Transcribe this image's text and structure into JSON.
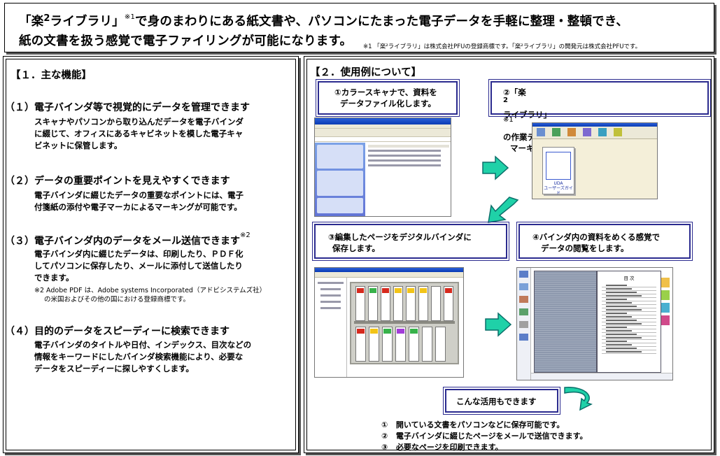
{
  "header": {
    "line1_a": "「楽",
    "line1_sup2": "2",
    "line1_b": "ライブラリ」",
    "line1_mark": "※1",
    "line1_c": "で身のまわりにある紙文書や、パソコンにたまった電子データを手軽に整理・整頓でき、",
    "line2": "紙の文書を扱う感覚で電子ファイリングが可能になります。",
    "note": "※1 「楽²ライブラリ」は株式会社PFUの登録商標です。「楽²ライブラリ」の開発元は株式会社PFUです。"
  },
  "left": {
    "title": "【１．主な機能】",
    "features": [
      {
        "heading": "（１）電子バインダ等で視覚的にデータを管理できます",
        "lines": [
          "スキャナやパソコンから取り込んだデータを電子バインダ",
          "に綴じて、オフィスにあるキャビネットを模した電子キャ",
          "ビネットに保管します。"
        ]
      },
      {
        "heading": "（２）データの重要ポイントを見えやすくできます",
        "lines": [
          "電子バインダに綴じたデータの重要なポイントには、電子",
          "付箋紙の添付や電子マーカによるマーキングが可能です。"
        ]
      },
      {
        "heading": "（３）電子バインダ内のデータをメール送信できます",
        "mark": "※2",
        "lines": [
          "電子バインダ内に綴じたデータは、印刷したり、ＰＤＦ化",
          "してパソコンに保存したり、メールに添付して送信したり",
          "できます。"
        ],
        "note": [
          "※2 Adobe PDF は、Adobe systems Incorporated（アドビシステムズ社）",
          "の米国およびその他の国における登録商標です。"
        ]
      },
      {
        "heading": "（４）目的のデータをスピーディーに検索できます",
        "lines": [
          "電子バインダのタイトルや日付、インデックス、目次などの",
          "情報をキーワードにしたバインダ検索機能により、必要な",
          "データをスピーディーに探しやすくします。"
        ]
      }
    ]
  },
  "right": {
    "title": "【２．使用例について】",
    "step1": [
      "①カラースキャナで、資料を",
      "データファイル化します。"
    ],
    "step2_a": "②「楽",
    "step2_sup": "2",
    "step2_b": "ライブラリ」",
    "step2_mark": "※1",
    "step2_c": "の作業デスクに取り込んで、",
    "step2_line2": "マーキングなどページの編集をします。",
    "step3": [
      "③編集したページをデジタルバインダに",
      "保存します。"
    ],
    "step4": [
      "④バインダ内の資料をめくる感覚で",
      "データの閲覧をします。"
    ],
    "extra_label": "こんな活用もできます",
    "usages": [
      {
        "num": "①",
        "text": "開いている文書をパソコンなどに保存可能です。"
      },
      {
        "num": "②",
        "text": "電子バインダに綴じたページをメールで送信できます。"
      },
      {
        "num": "③",
        "text": "必要なページを印刷できます。"
      }
    ],
    "screen_doc_label": [
      "UDA",
      "ユーザーズガイド"
    ],
    "screen_toc_title": "目 次"
  },
  "colors": {
    "box_border": "#2b2b8f",
    "arrow_fill": "#1fd1a8",
    "arrow_stroke": "#0b6f6a",
    "binder_red": "#d62a1e",
    "binder_green": "#37b24a",
    "binder_yellow": "#f2c418",
    "binder_purple": "#a23cd9"
  }
}
